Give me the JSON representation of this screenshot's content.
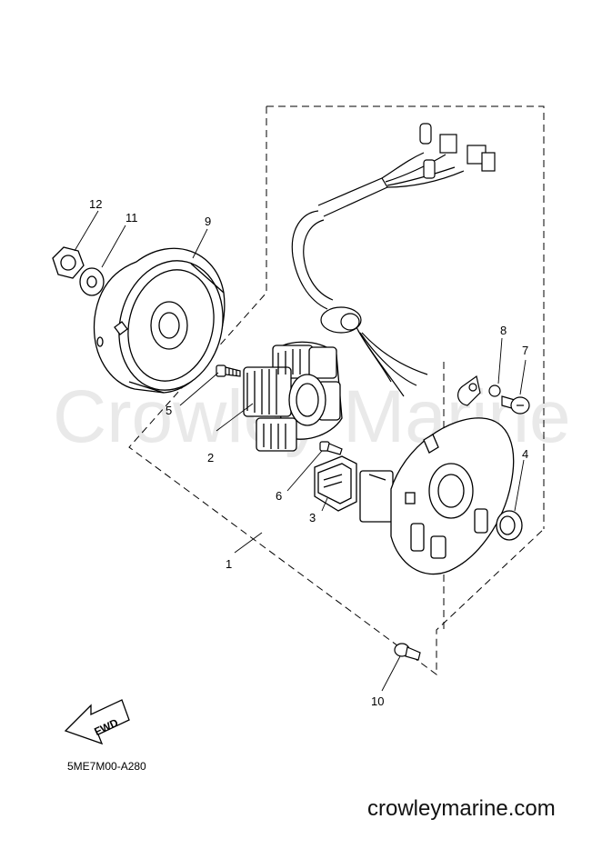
{
  "watermark": "Crowley Marine",
  "callouts": [
    "1",
    "2",
    "3",
    "4",
    "5",
    "6",
    "7",
    "8",
    "9",
    "10",
    "11",
    "12"
  ],
  "fwd_label": "FWD",
  "diagram_code": "5ME7M00-A280",
  "site_url": "crowleymarine.com"
}
